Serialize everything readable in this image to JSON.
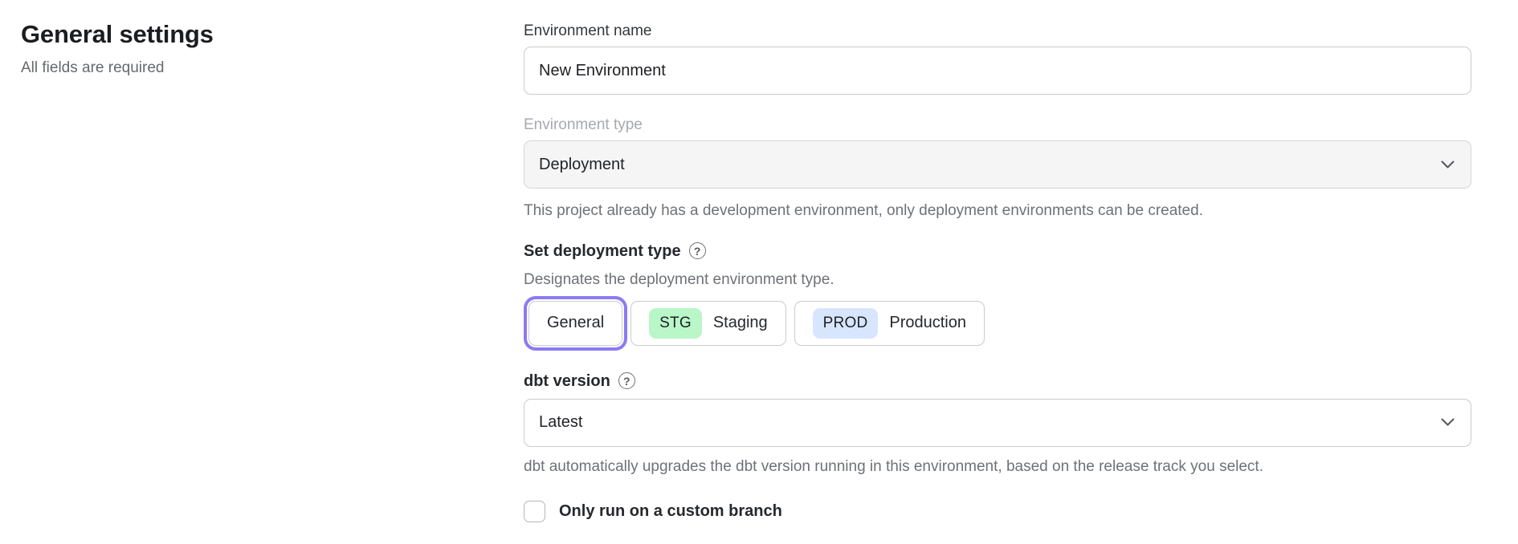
{
  "page": {
    "title": "General settings",
    "subtitle": "All fields are required"
  },
  "form": {
    "environment_name": {
      "label": "Environment name",
      "value": "New Environment"
    },
    "environment_type": {
      "label": "Environment type",
      "value": "Deployment",
      "disabled": true,
      "helper": "This project already has a development environment, only deployment environments can be created."
    },
    "deployment_type": {
      "label": "Set deployment type",
      "description": "Designates the deployment environment type.",
      "options": [
        {
          "label": "General",
          "badge": "",
          "selected": true
        },
        {
          "label": "Staging",
          "badge": "STG",
          "selected": false
        },
        {
          "label": "Production",
          "badge": "PROD",
          "selected": false
        }
      ]
    },
    "dbt_version": {
      "label": "dbt version",
      "value": "Latest",
      "helper": "dbt automatically upgrades the dbt version running in this environment, based on the release track you select."
    },
    "custom_branch": {
      "label": "Only run on a custom branch",
      "checked": false
    }
  },
  "icons": {
    "help": "?",
    "chevron_down": "chevron-down"
  },
  "colors": {
    "selected_ring": "#8b7bf1",
    "staging_badge_bg": "#b9f6c8",
    "production_badge_bg": "#d7e5fd",
    "disabled_field_bg": "#f5f5f6"
  }
}
